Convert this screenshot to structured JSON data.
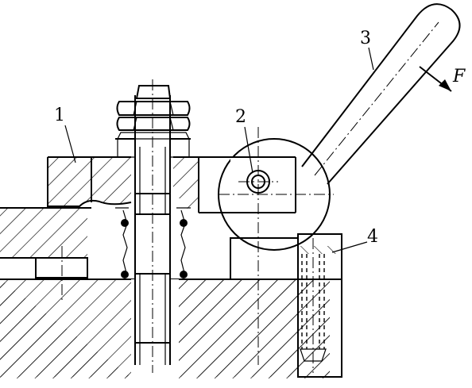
{
  "labels": {
    "clamp_plate": "1",
    "pivot_pin": "2",
    "eccentric_handle": "3",
    "support_block": "4",
    "force": "F"
  },
  "colors": {
    "ink": "#000000",
    "paper": "#ffffff"
  }
}
